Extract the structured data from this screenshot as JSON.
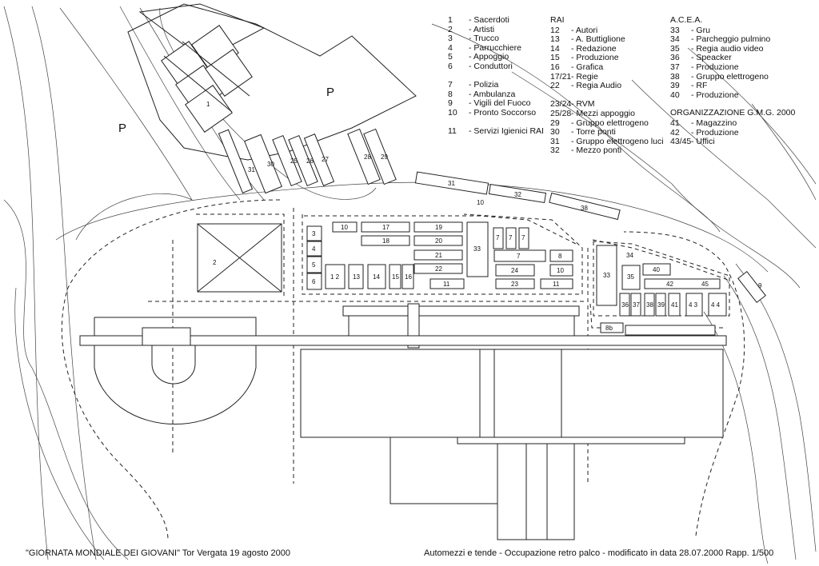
{
  "legend": {
    "col1": [
      {
        "n": "1",
        "t": "- Sacerdoti"
      },
      {
        "n": "2",
        "t": "- Artisti"
      },
      {
        "n": "3",
        "t": "- Trucco"
      },
      {
        "n": "4",
        "t": "- Parrucchiere"
      },
      {
        "n": "5",
        "t": "- Appoggio"
      },
      {
        "n": "6",
        "t": "- Conduttori"
      },
      {
        "n": "",
        "t": ""
      },
      {
        "n": "7",
        "t": "- Polizia"
      },
      {
        "n": "8",
        "t": "- Ambulanza"
      },
      {
        "n": "9",
        "t": "- Vigili del Fuoco"
      },
      {
        "n": "10",
        "t": "- Pronto Soccorso"
      },
      {
        "n": "",
        "t": ""
      },
      {
        "n": "11",
        "t": "- Servizi Igienici RAI"
      }
    ],
    "col2_title": "RAI",
    "col2": [
      {
        "n": "12",
        "t": "- Autori"
      },
      {
        "n": "13",
        "t": "- A. Buttiglione"
      },
      {
        "n": "14",
        "t": "- Redazione"
      },
      {
        "n": "15",
        "t": "- Produzione"
      },
      {
        "n": "16",
        "t": "- Grafica"
      },
      {
        "n": "17/21",
        "t": "- Regie"
      },
      {
        "n": "22",
        "t": "- Regia Audio"
      },
      {
        "n": "",
        "t": ""
      },
      {
        "n": "23/24",
        "t": "- RVM"
      },
      {
        "n": "25/28",
        "t": "- Mezzi appoggio"
      },
      {
        "n": "29",
        "t": "- Gruppo elettrogeno"
      },
      {
        "n": "30",
        "t": "- Torre ponti"
      },
      {
        "n": "31",
        "t": "- Gruppo elettrogeno luci"
      },
      {
        "n": "32",
        "t": "- Mezzo ponti"
      }
    ],
    "col3_title": "A.C.E.A.",
    "col3": [
      {
        "n": "33",
        "t": "- Gru"
      },
      {
        "n": "34",
        "t": "- Parcheggio pulmino"
      },
      {
        "n": "35",
        "t": "- Regia audio video"
      },
      {
        "n": "36",
        "t": "- Speacker"
      },
      {
        "n": "37",
        "t": "- Produzione"
      },
      {
        "n": "38",
        "t": "- Gruppo elettrogeno"
      },
      {
        "n": "39",
        "t": "- RF"
      },
      {
        "n": "40",
        "t": "- Produzione"
      }
    ],
    "col4_title": "ORGANIZZAZIONE G.M.G. 2000",
    "col4": [
      {
        "n": "41",
        "t": "- Magazzino"
      },
      {
        "n": "42",
        "t": "- Produzione"
      },
      {
        "n": "43/45",
        "t": "- Uffici"
      }
    ]
  },
  "map": {
    "parking_labels": [
      "P",
      "P"
    ],
    "numbers": {
      "n1": "1",
      "n2": "2",
      "n3": "3",
      "n4": "4",
      "n5": "5",
      "n6": "6",
      "n7a": "7",
      "n7b": "7",
      "n7c": "7",
      "n7d": "7",
      "n8": "8",
      "n8b": "8b",
      "n9": "9",
      "n10a": "10",
      "n10b": "10",
      "n10c": "10",
      "n11a": "11",
      "n11b": "11",
      "n12": "1 2",
      "n13": "13",
      "n14": "14",
      "n15": "15",
      "n16": "16",
      "n17": "17",
      "n18": "18",
      "n19": "19",
      "n20": "20",
      "n21": "21",
      "n22": "22",
      "n23": "23",
      "n24": "24",
      "n25": "25",
      "n26": "26",
      "n27": "27",
      "n28": "28",
      "n29": "29",
      "n30": "30",
      "n31a": "31",
      "n31b": "31",
      "n32": "32",
      "n33a": "33",
      "n33b": "33",
      "n34": "34",
      "n35": "35",
      "n36": "36",
      "n37": "37",
      "n38a": "38",
      "n38b": "38",
      "n39": "39",
      "n40": "40",
      "n41": "41",
      "n42": "42",
      "n43": "4 3",
      "n44": "4 4",
      "n45": "45"
    }
  },
  "footer": {
    "left": "\"GIORNATA MONDIALE DEI GIOVANI\" Tor Vergata 19 agosto 2000",
    "right": "Automezzi e tende  - Occupazione retro palco -   modificato in data 28.07.2000   Rapp. 1/500"
  }
}
